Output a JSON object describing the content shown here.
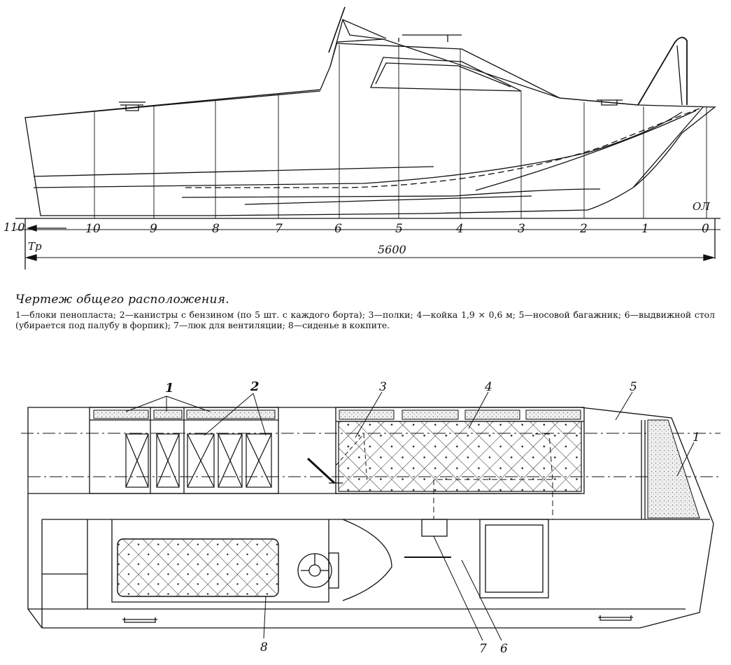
{
  "side_view": {
    "station_labels": [
      "10",
      "9",
      "8",
      "7",
      "6",
      "5",
      "4",
      "3",
      "2",
      "1",
      "0"
    ],
    "left_mark": "110",
    "transom_label": "Тр",
    "waterline_label": "ОЛ",
    "overall_length": "5600"
  },
  "caption": {
    "title": "Чертеж общего расположения.",
    "legend": "1—блоки пенопласта; 2—канистры с бензином (по 5 шт. с каждого борта); 3—полки; 4—койка 1,9 × 0,6 м; 5—носовой багажник; 6—выдвижной стол (убирается под палубу в форпик); 7—люк для вентиляции; 8—сиденье в кокпите."
  },
  "plan_view": {
    "callouts": {
      "foam_blocks_top": "1",
      "fuel_cans": "2",
      "shelves": "3",
      "berth": "4",
      "bow_locker": "5",
      "foam_blocks_bow": "1",
      "cockpit_seat": "8",
      "vent_hatch": "7",
      "table": "6"
    }
  }
}
